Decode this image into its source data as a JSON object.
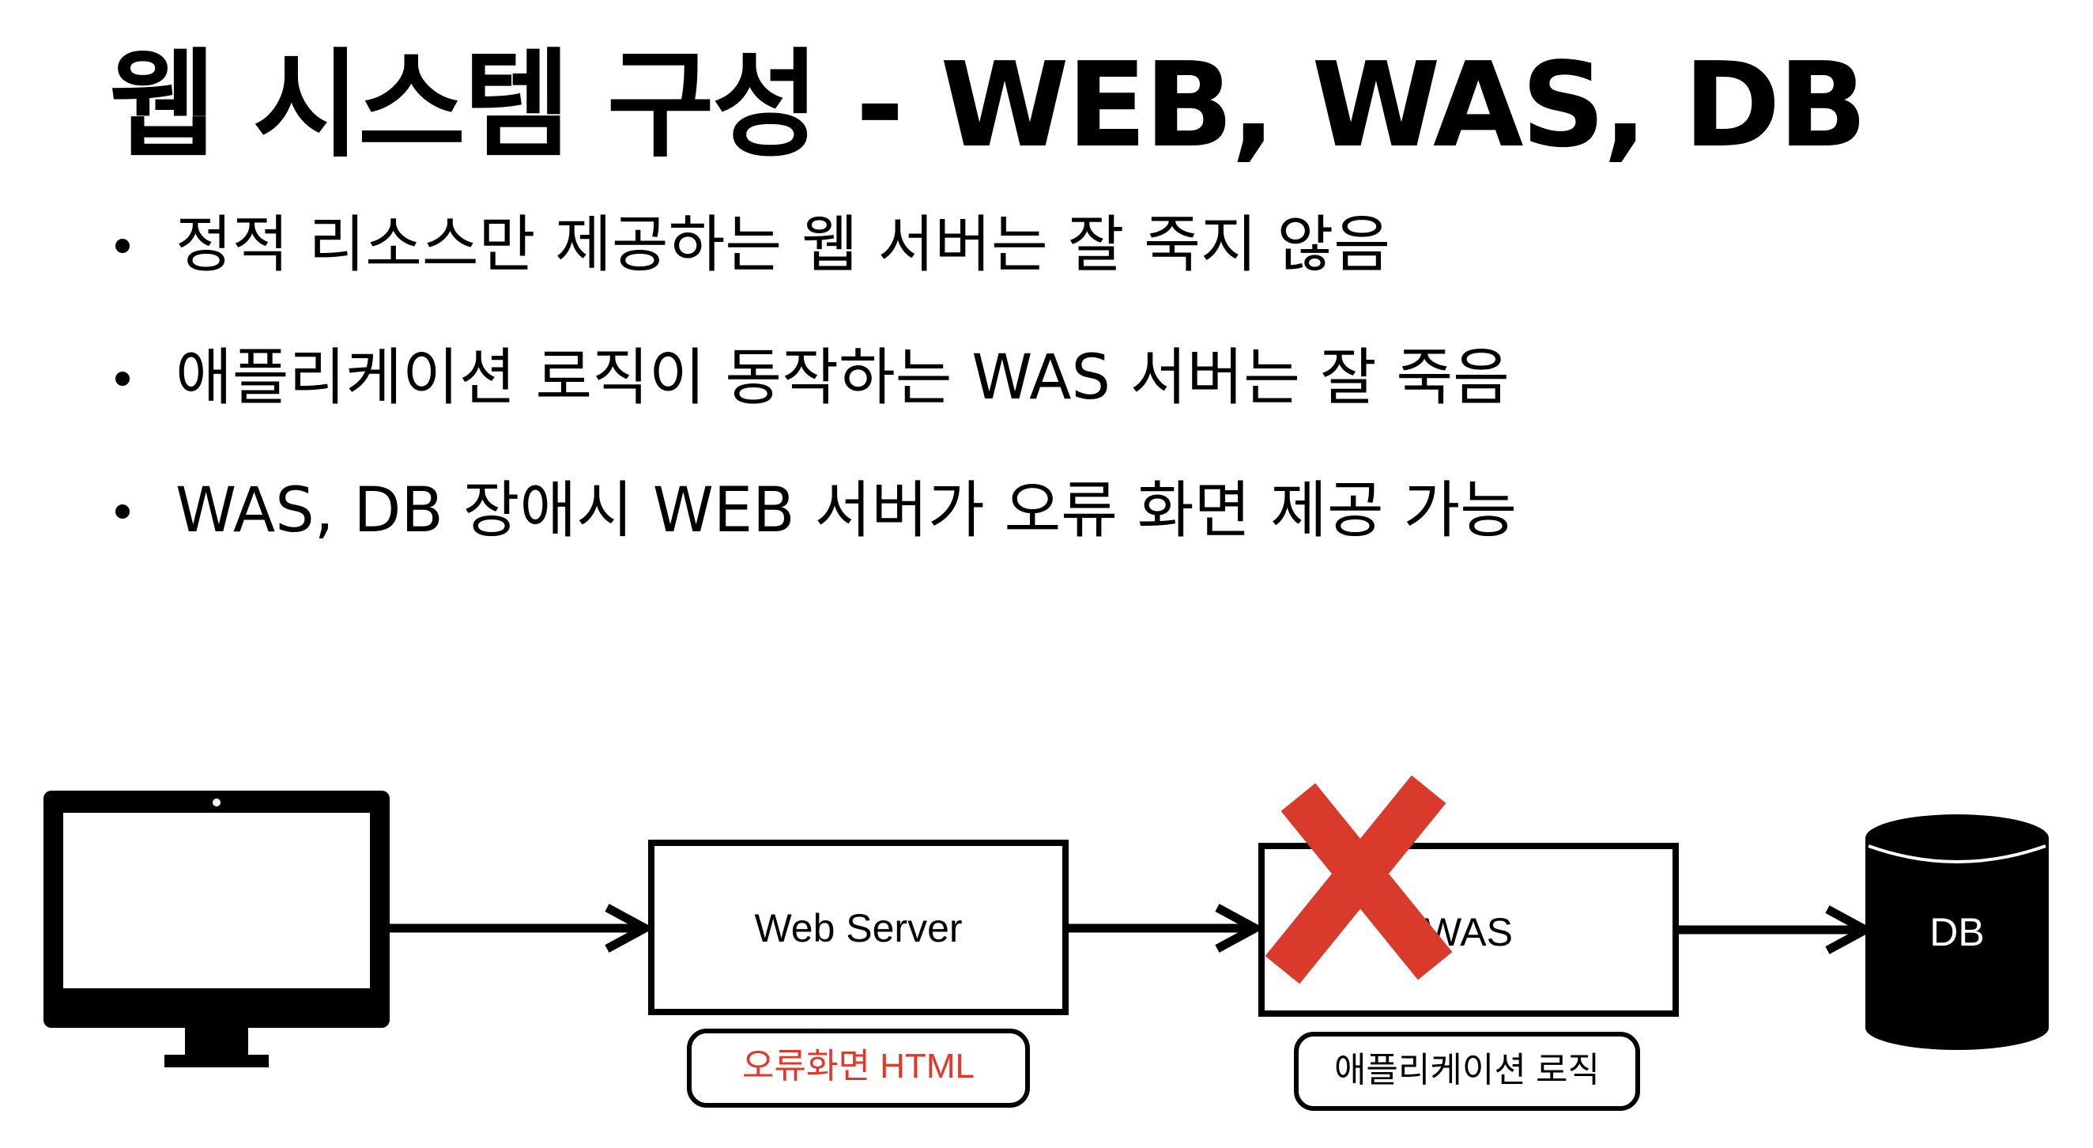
{
  "title": "웹 시스템 구성 - WEB, WAS, DB",
  "bullets": [
    "정적 리소스만 제공하는 웹 서버는 잘 죽지 않음",
    "애플리케이션 로직이 동작하는 WAS 서버는 잘 죽음",
    "WAS, DB 장애시 WEB 서버가 오류 화면 제공 가능"
  ],
  "diagram": {
    "client": {
      "icon": "monitor-icon"
    },
    "web_server": {
      "label": "Web Server",
      "note": "오류화면 HTML"
    },
    "was": {
      "label": "WAS",
      "note": "애플리케이션 로직",
      "status_icon": "x-mark-icon"
    },
    "db": {
      "label": "DB",
      "icon": "database-cylinder-icon"
    }
  },
  "colors": {
    "error_text": "#e0392b",
    "x_mark": "#d93a2b",
    "ink": "#000000"
  }
}
